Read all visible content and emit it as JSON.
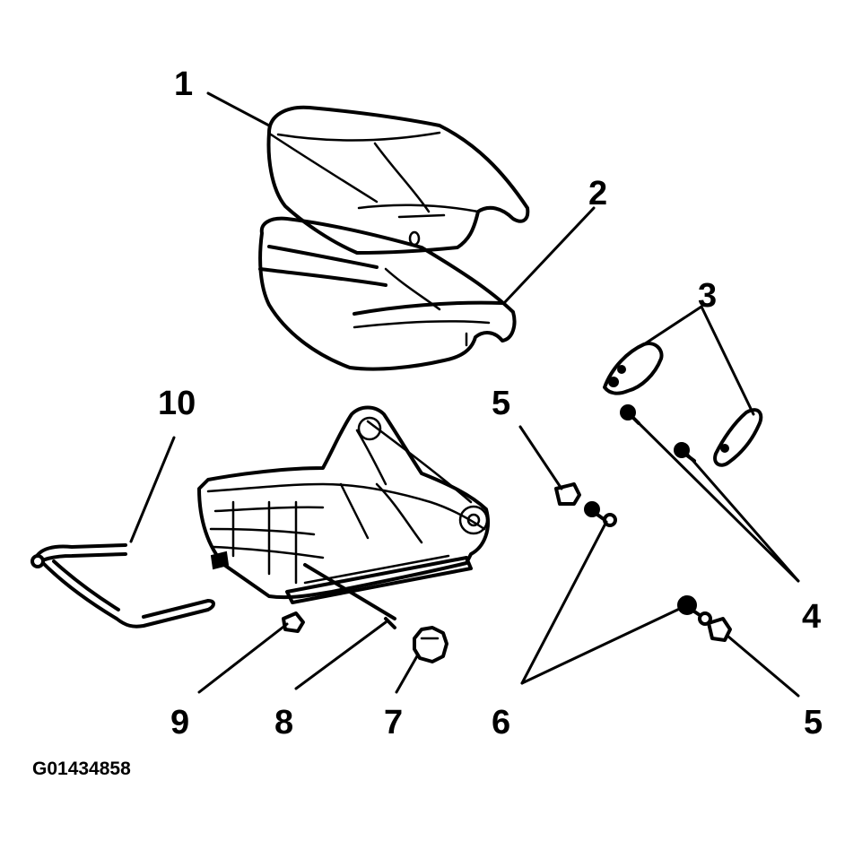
{
  "figure_id": "G01434858",
  "callouts": [
    "1",
    "2",
    "3",
    "4",
    "5",
    "5",
    "6",
    "7",
    "8",
    "9",
    "10"
  ],
  "colors": {
    "ink": "#000000",
    "paper": "#ffffff"
  }
}
